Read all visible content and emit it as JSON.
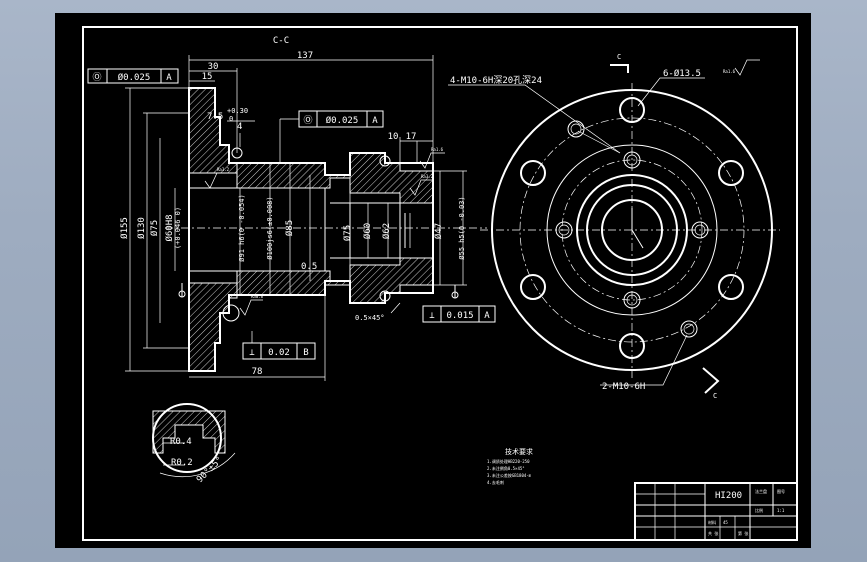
{
  "section_label": "C-C",
  "dimensions": {
    "total_length": "137",
    "flange_width": "30",
    "flange_step": "15",
    "groove_depth": "7.5",
    "groove_tol": "+0.30",
    "groove_tol_zero": "0",
    "groove_width": "4",
    "d155": "Ø155",
    "d130": "Ø130",
    "d75": "Ø75",
    "d60": "Ø60H8",
    "d60_tol": "(+0.046 0)",
    "d91": "Ø91 h6(0 -0.054)",
    "d100": "Ø100js6(±0.008)",
    "d85": "Ø85",
    "d75b": "Ø75",
    "d60b": "Ø60",
    "d62": "Ø62",
    "d47": "Ø47",
    "d55": "Ø55 h5(0 -0.03)",
    "slot": "0.5",
    "len10": "10",
    "len17": "17",
    "len78": "78",
    "chamfer": "0.5×45°"
  },
  "tolerance_frames": [
    {
      "symbol": "Ⓞ",
      "value": "Ø0.025",
      "datum": "A"
    },
    {
      "symbol": "Ⓞ",
      "value": "Ø0.025",
      "datum": "A"
    },
    {
      "symbol": "⊥",
      "value": "0.015",
      "datum": "A"
    },
    {
      "symbol": "⊥",
      "value": "0.02",
      "datum": "B"
    }
  ],
  "datum_labels": {
    "a": "A",
    "b": "B"
  },
  "roughness": [
    "Ra3.2",
    "Ra1.6",
    "Ra0.8",
    "Ra3.2",
    "Ra1.6"
  ],
  "front_view": {
    "section_mark_top": "C",
    "section_mark_bottom": "C",
    "hole_note_1": "4-M10-6H深20孔深24",
    "hole_note_2": "6-Ø13.5",
    "hole_note_3": "2-M10-6H"
  },
  "detail": {
    "r1": "R0.4",
    "r2": "R0.2",
    "angle": "90°±5°"
  },
  "notes": {
    "heading": "技术要求",
    "lines": [
      "1.调质处理HB220-250",
      "2.未注倒角0.5×45°",
      "3.未注公差按GB1804-m",
      "4.去毛刺"
    ]
  },
  "title_block": {
    "part_name": "HI200",
    "cells": [
      "法兰盘",
      "图号",
      "比例",
      "1:1",
      "材料",
      "45",
      "共 张",
      "第 张"
    ]
  }
}
